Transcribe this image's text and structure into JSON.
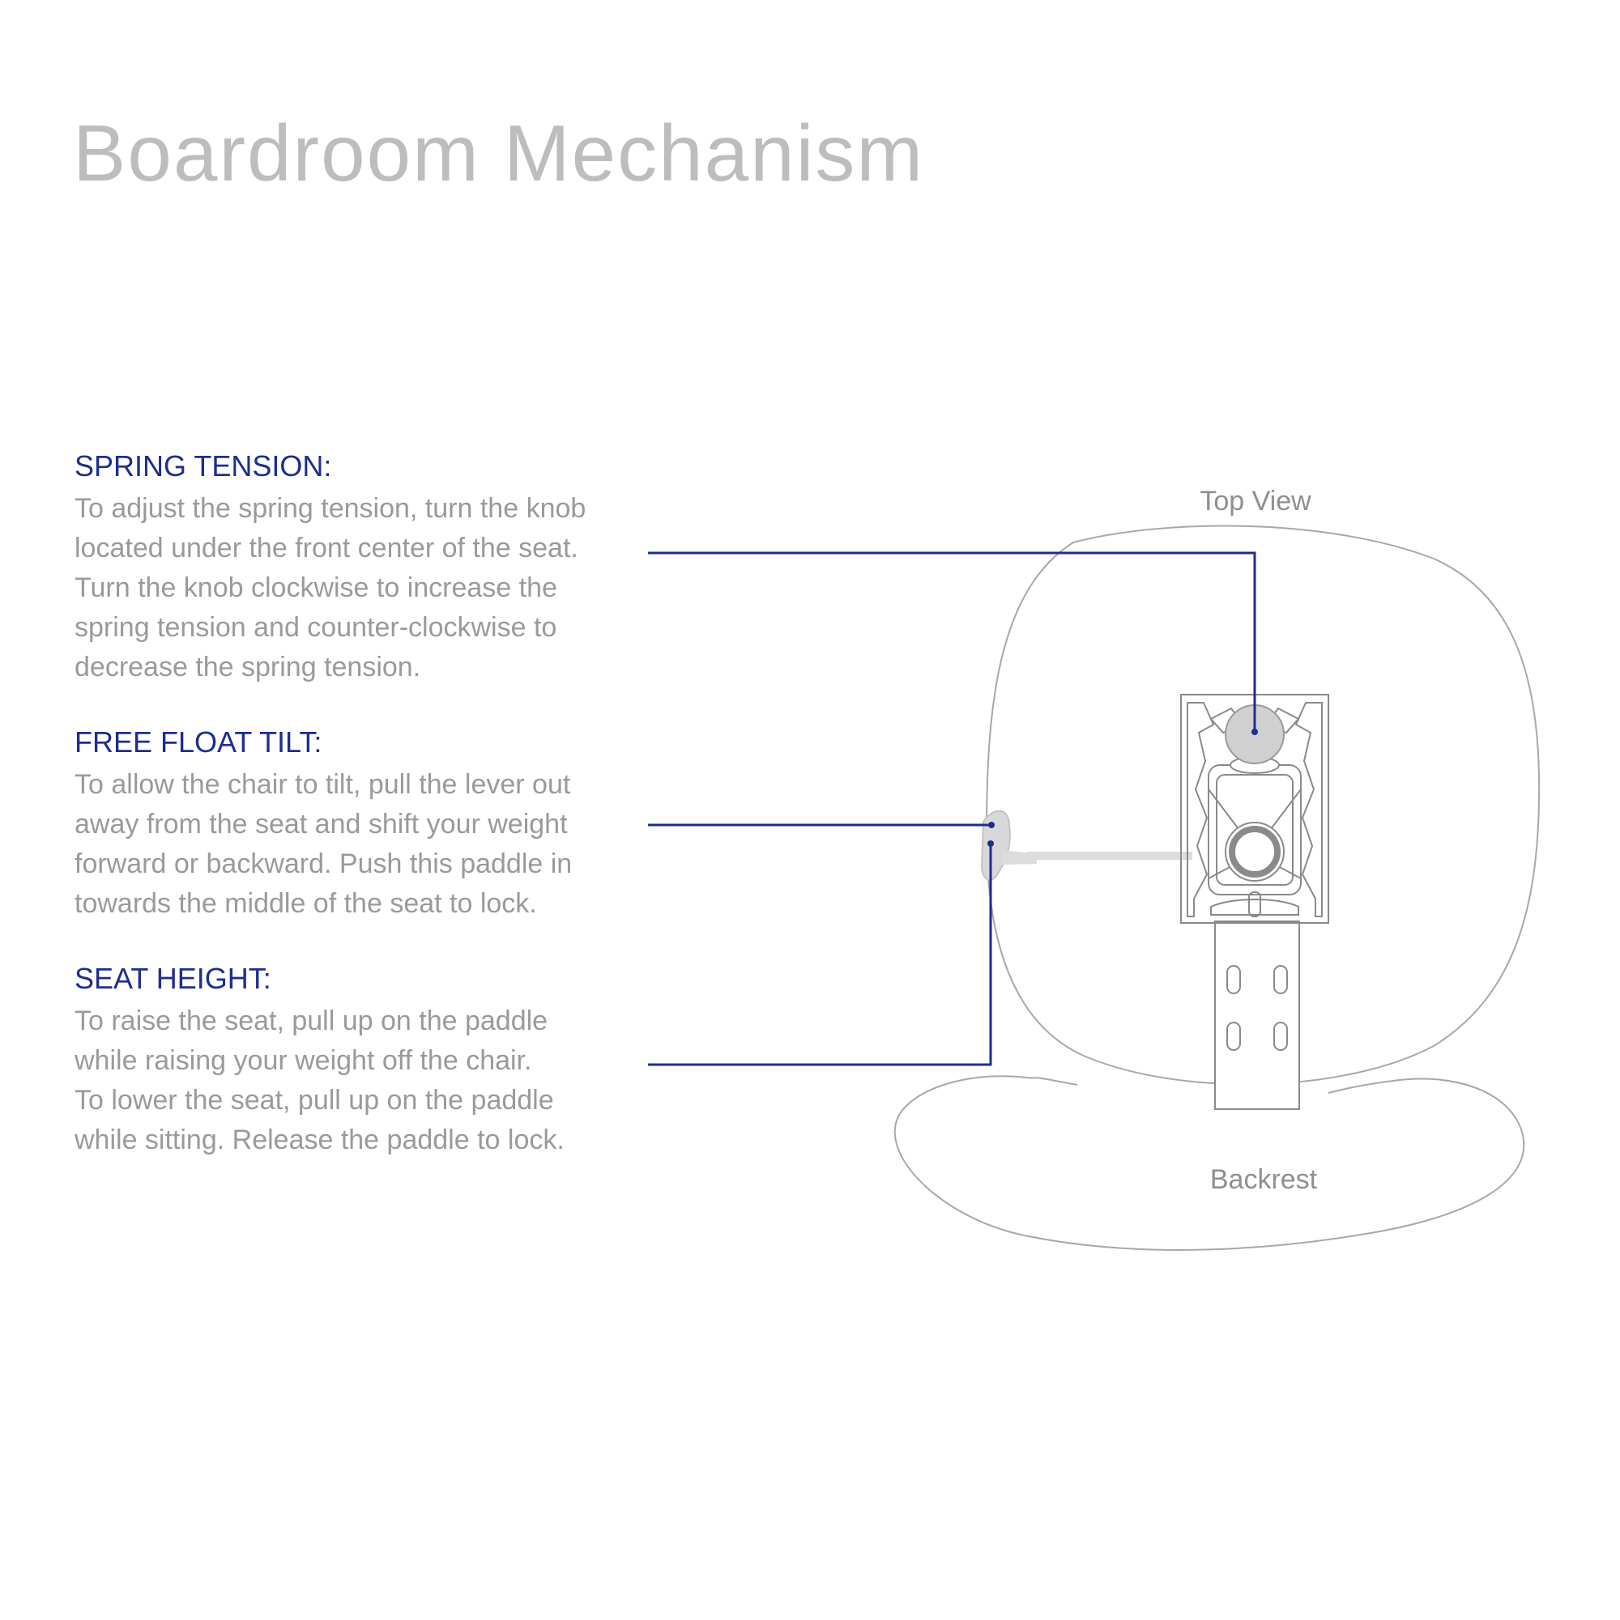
{
  "title": "Boardroom Mechanism",
  "sections": {
    "spring_tension": {
      "heading": "SPRING TENSION:",
      "lines": [
        "To adjust the spring tension, turn the knob",
        "located under the front center of the seat.",
        "Turn the knob clockwise to increase the",
        "spring tension and counter-clockwise to",
        "decrease the spring tension."
      ]
    },
    "free_float_tilt": {
      "heading": "FREE FLOAT TILT:",
      "lines": [
        "To allow the chair to tilt, pull the lever out",
        "away from the seat and shift your weight",
        "forward or backward. Push this paddle in",
        "towards the middle of the seat to lock."
      ]
    },
    "seat_height": {
      "heading": "SEAT HEIGHT:",
      "lines": [
        "To raise the seat, pull up on the paddle",
        "while raising your weight off the chair.",
        "To lower the seat, pull up on the paddle",
        "while sitting. Release the paddle to lock."
      ]
    }
  },
  "diagram": {
    "top_view_label": "Top View",
    "backrest_label": "Backrest"
  },
  "colors": {
    "accent": "#1d2e8f",
    "title": "#bdbdbd",
    "body_text": "#9a9a9a",
    "outline": "#a8a8a8"
  }
}
